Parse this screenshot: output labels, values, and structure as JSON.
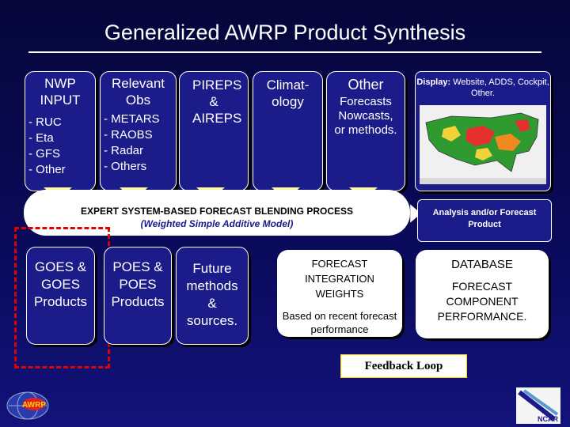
{
  "title": "Generalized AWRP Product Synthesis",
  "inputs": [
    {
      "title": "NWP INPUT",
      "items": [
        "- RUC",
        "- Eta",
        "- GFS",
        "- Other"
      ]
    },
    {
      "title": "Relevant Obs",
      "items": [
        "- METARS",
        "- RAOBS",
        "- Radar",
        "- Others"
      ]
    },
    {
      "title": "PIREPS & AIREPS",
      "items": []
    },
    {
      "title": "Climat- ology",
      "items": []
    },
    {
      "title": "Other",
      "items": [
        "Forecasts",
        "Nowcasts,",
        "or methods."
      ]
    }
  ],
  "display": {
    "label": "Display:",
    "text": "Website, ADDS, Cockpit, Other."
  },
  "blending": {
    "line1": "EXPERT SYSTEM-BASED FORECAST BLENDING PROCESS",
    "line2": "(Weighted Simple Additive Model)"
  },
  "analysis_product": "Analysis and/or Forecast Product",
  "outputs": [
    {
      "label": "GOES & GOES Products"
    },
    {
      "label": "POES & POES Products"
    },
    {
      "label": "Future methods & sources."
    }
  ],
  "weights": {
    "title": "FORECAST INTEGRATION WEIGHTS",
    "subtitle": "Based on recent forecast performance"
  },
  "database": {
    "title": "DATABASE",
    "subtitle": "FORECAST COMPONENT PERFORMANCE."
  },
  "feedback": "Feedback Loop",
  "logos": {
    "left": "AWRP",
    "right": "NCAR"
  },
  "colors": {
    "background": "#0a0a5a",
    "box": "#1b1b8a",
    "arrow": "#fffca0",
    "highlight": "#e00000"
  }
}
